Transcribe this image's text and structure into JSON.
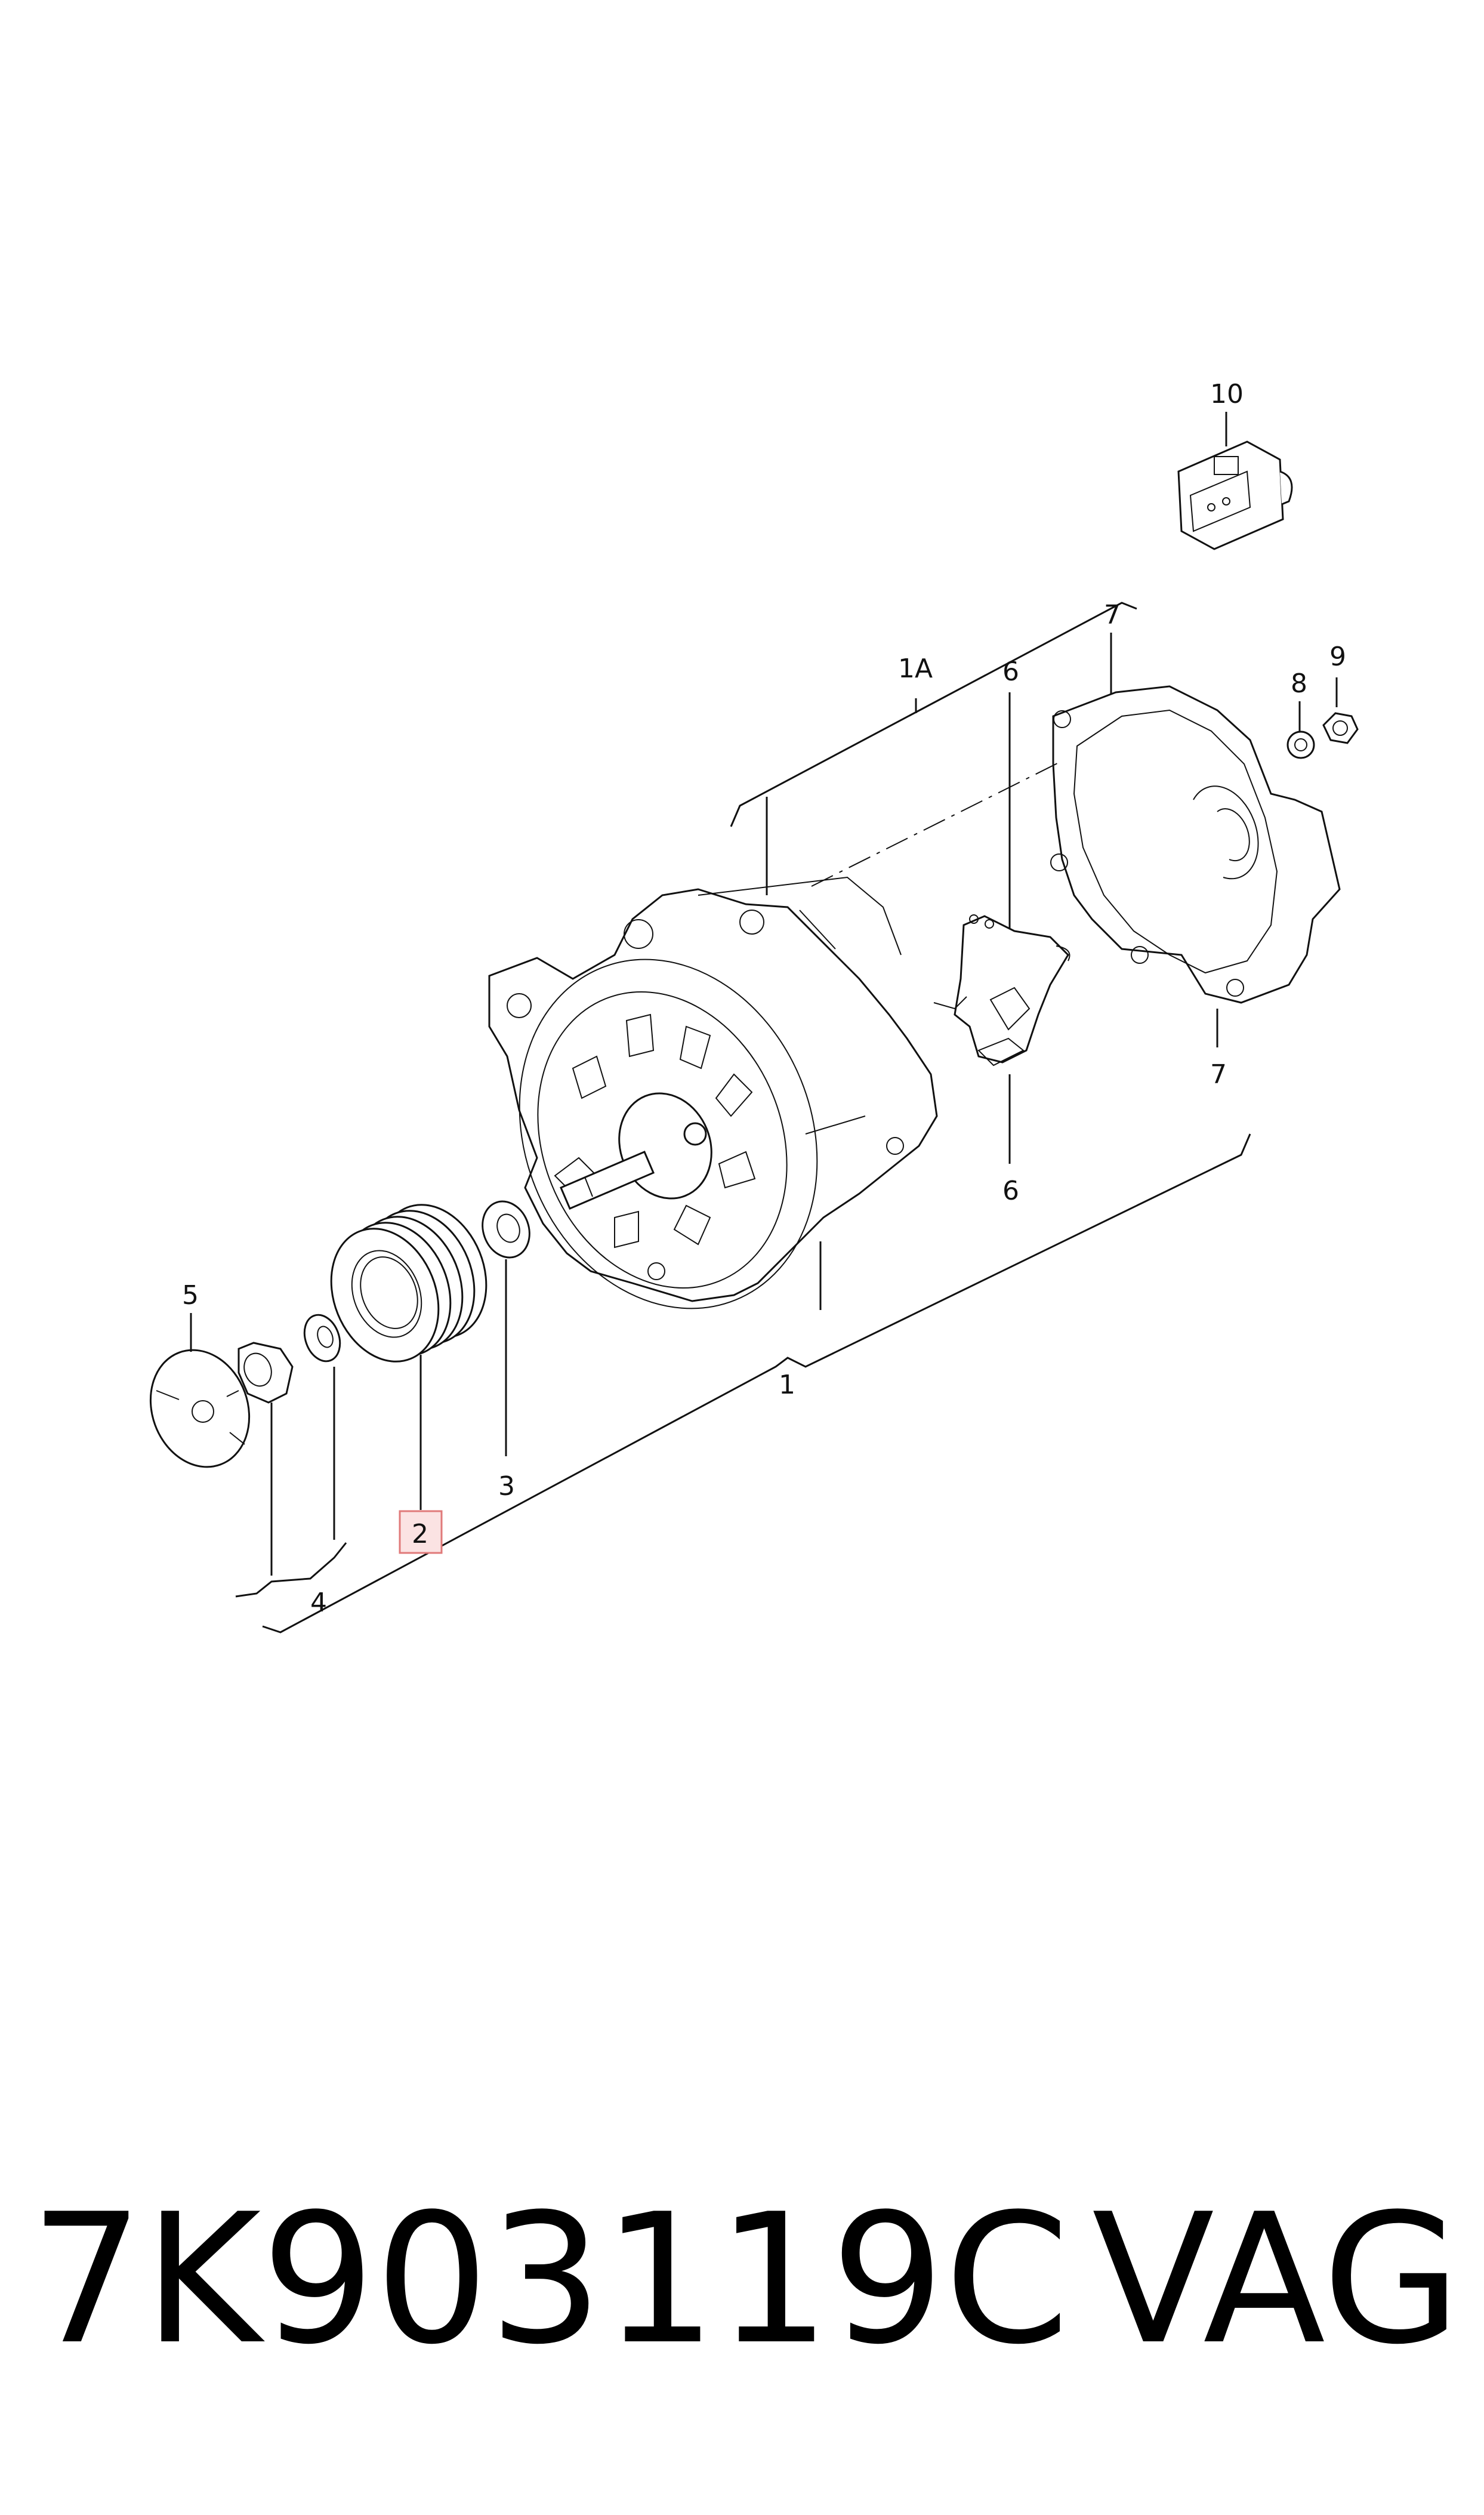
{
  "diagram": {
    "callouts": {
      "c1": "1",
      "c1a": "1A",
      "c2": "2",
      "c3": "3",
      "c4": "4",
      "c5": "5",
      "c6_top": "6",
      "c6_bottom": "6",
      "c7_top": "7",
      "c7_bottom": "7",
      "c8": "8",
      "c9": "9",
      "c10": "10"
    },
    "highlighted_callout": "2",
    "highlight_color": "#e07a7a"
  },
  "footer": {
    "part_number": "7K903119C",
    "brand": "VAG"
  }
}
